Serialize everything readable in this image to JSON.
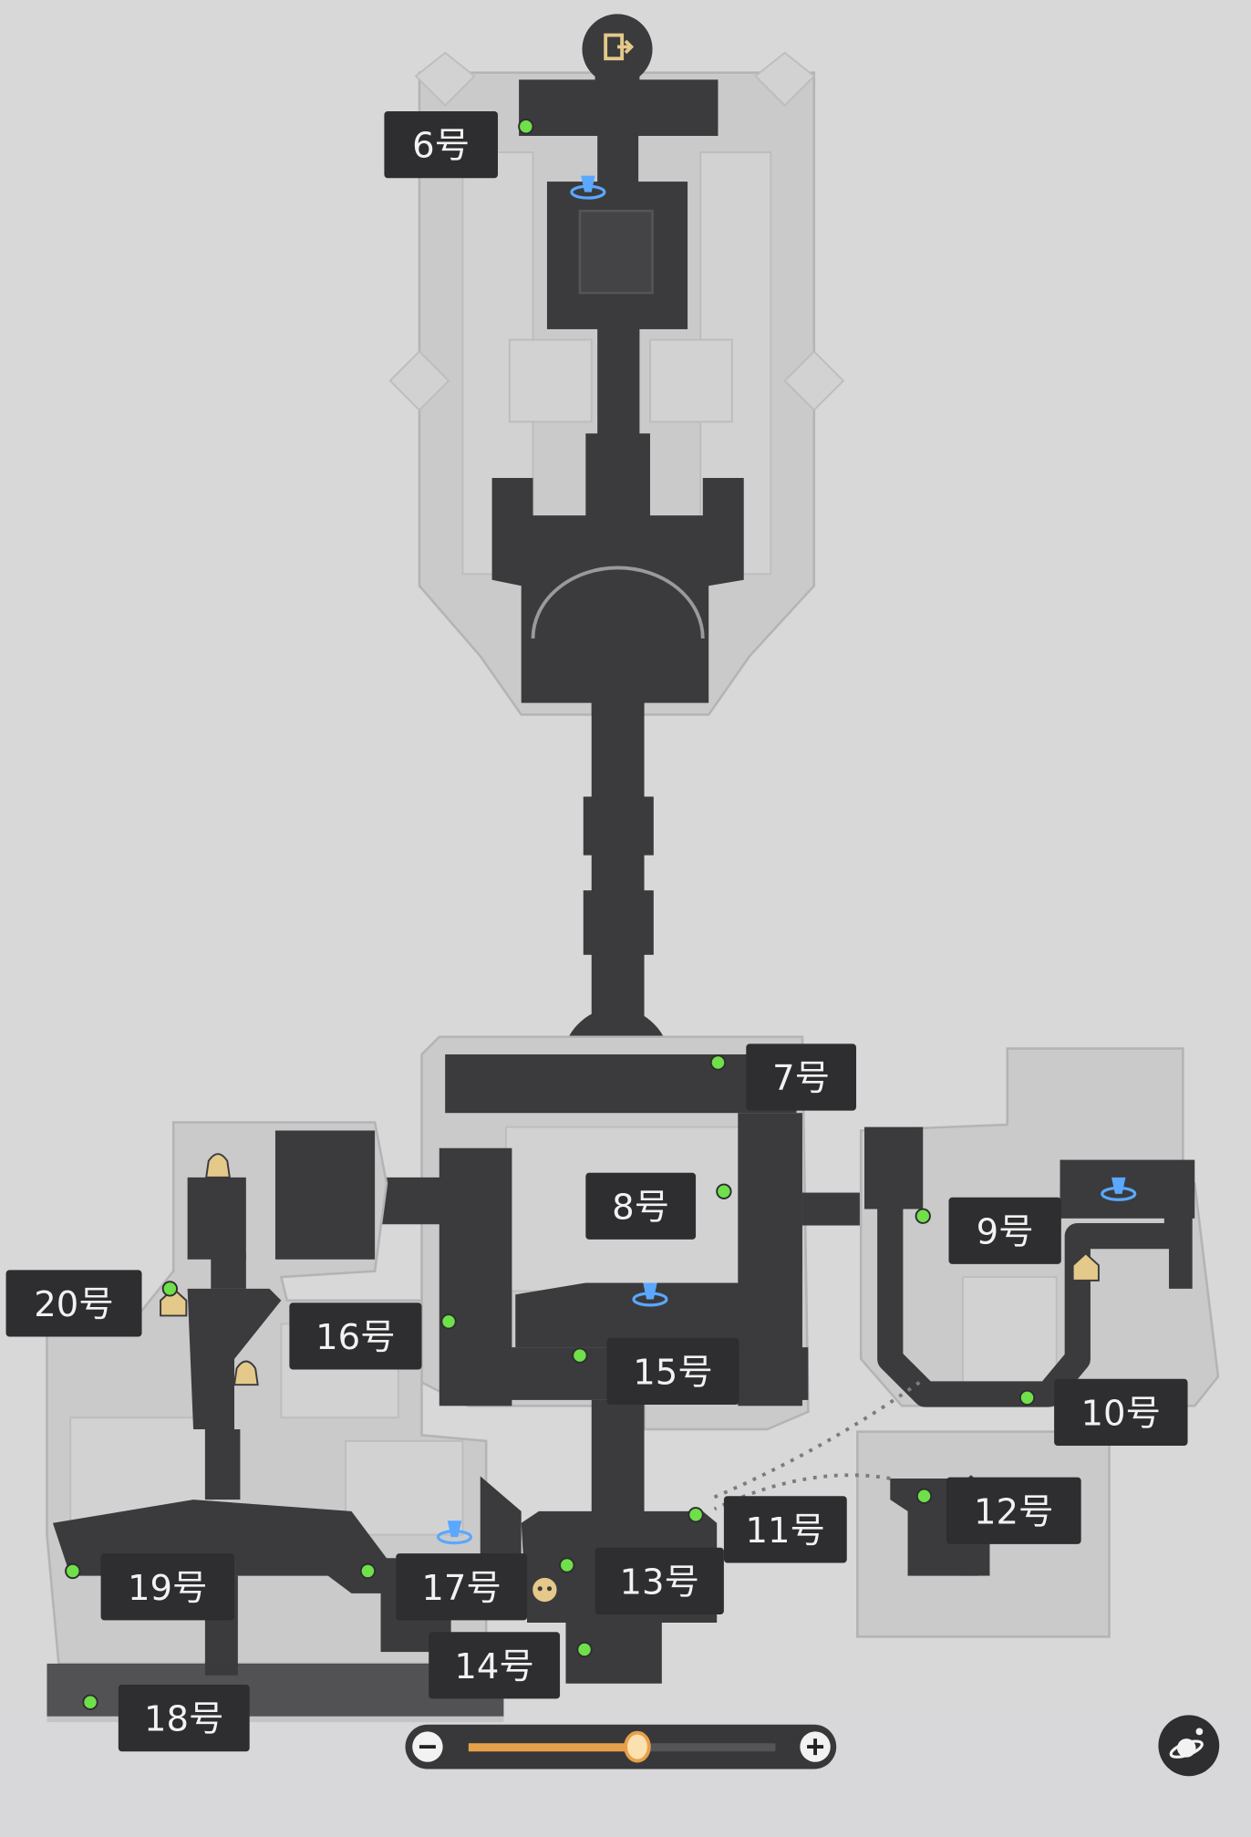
{
  "map": {
    "markers": [
      {
        "label": "6号"
      },
      {
        "label": "7号"
      },
      {
        "label": "8号"
      },
      {
        "label": "9号"
      },
      {
        "label": "10号"
      },
      {
        "label": "11号"
      },
      {
        "label": "12号"
      },
      {
        "label": "13号"
      },
      {
        "label": "14号"
      },
      {
        "label": "15号"
      },
      {
        "label": "16号"
      },
      {
        "label": "17号"
      },
      {
        "label": "18号"
      },
      {
        "label": "19号"
      },
      {
        "label": "20号"
      }
    ],
    "marker_dot_color": "#6fe04a",
    "teleport_color": "#5aa8ff",
    "poi_color": "#e4c98a"
  },
  "zoom_control": {
    "minus_icon": "minus-icon",
    "plus_icon": "plus-icon",
    "level_percent": 55,
    "fill_color": "#e7a04a"
  },
  "world_button": {
    "icon": "planet-icon"
  }
}
